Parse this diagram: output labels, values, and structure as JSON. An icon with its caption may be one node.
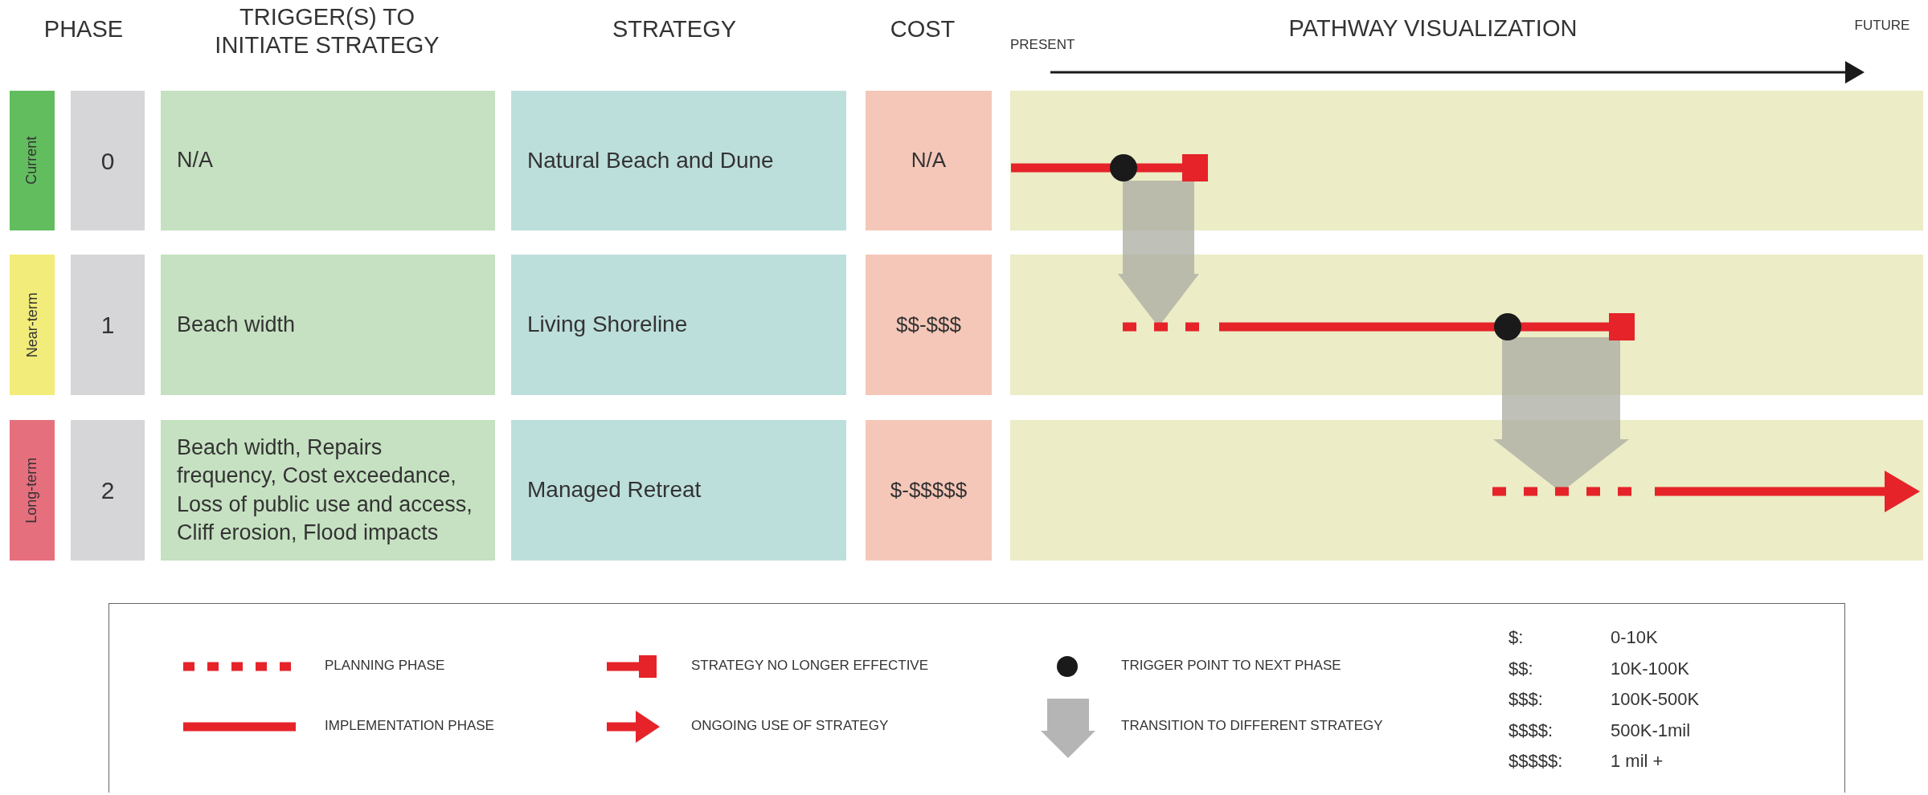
{
  "diagram": {
    "nodes": [
      {
        "text": [
          "Current"
        ]
      },
      {
        "text": [
          "0"
        ]
      },
      {
        "text": [
          "N/A"
        ]
      },
      {
        "text": [
          "Natural Beach and Dune"
        ]
      },
      {
        "text": [
          "N/A"
        ]
      },
      {
        "text": [],
        "shape": "bar"
      },
      {
        "text": [
          "Near-term"
        ]
      },
      {
        "text": [
          "1"
        ]
      },
      {
        "text": [
          "Beach width"
        ]
      },
      {
        "text": [
          "Living Shoreline"
        ]
      },
      {
        "text": [
          "$$-$$$"
        ]
      },
      {
        "text": [],
        "shape": "bar"
      },
      {
        "text": [
          "Long-term"
        ]
      },
      {
        "text": [
          "2"
        ]
      },
      {
        "text": [
          "Beach width, Repairs frequency, Cost exceedance, Loss of public use and access, Cliff erosion, Flood impacts"
        ]
      },
      {
        "text": [
          "Managed  Retreat"
        ]
      },
      {
        "text": [
          "$-$$$$$"
        ]
      },
      {
        "text": [],
        "shape": "bar"
      }
    ],
    "edges": [
      {
        "from": 5,
        "to": 11,
        "arrow": "to",
        "style": "thick"
      },
      {
        "from": 11,
        "to": 17,
        "arrow": "to",
        "style": "thick"
      }
    ],
    "labels": [
      "PHASE",
      "TRIGGER(S) TO INITIATE STRATEGY",
      "STRATEGY",
      "COST",
      "PATHWAY VISUALIZATION",
      "FUTURE",
      "PRESENT",
      "$:",
      "0-10K",
      "$$:",
      "10K-100K",
      "$$$:",
      "100K-500K",
      "$$$$:",
      "500K-1mil",
      "$$$$$:",
      "1 mil +"
    ],
    "legend": [
      {
        "text": "PLANNING PHASE"
      },
      {
        "text": "STRATEGY NO LONGER EFFECTIVE"
      },
      {
        "text": "TRIGGER POINT TO NEXT PHASE"
      },
      {
        "text": "IMPLEMENTATION PHASE"
      },
      {
        "text": "ONGOING USE OF STRATEGY"
      },
      {
        "text": "TRANSITION TO DIFFERENT STRATEGY"
      }
    ]
  }
}
